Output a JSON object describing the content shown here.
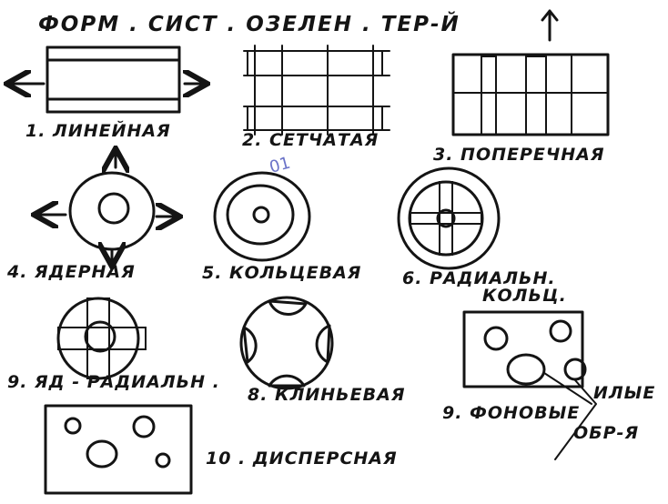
{
  "title": "ФОРМ . СИСТ .  ОЗЕЛЕН . ТЕР-Й",
  "ink_color": "#141414",
  "paper_color": "#ffffff",
  "margin_mark": "01",
  "schemes": [
    {
      "label": "1. ЛИНЕЙНАЯ"
    },
    {
      "label": "2. СЕТЧАТАЯ"
    },
    {
      "label": "3. ПОПЕРЕЧНАЯ"
    },
    {
      "label": "4. ЯДЕРНАЯ"
    },
    {
      "label": "5. КОЛЬЦЕВАЯ"
    },
    {
      "label": "6. РАДИАЛЬН."
    },
    {
      "label": "9. ЯД - РАДИАЛЬН ."
    },
    {
      "label": "8. КЛИНЬЕВАЯ"
    },
    {
      "label": "9. ФОНОВЫЕ"
    },
    {
      "label": "10 . ДИСПЕРСНАЯ"
    }
  ],
  "extra_labels": {
    "radial_ring_second_line": "КОЛЬЦ.",
    "background_second_word": "ИЛЫЕ",
    "background_third_line": "ОБР-Я"
  }
}
